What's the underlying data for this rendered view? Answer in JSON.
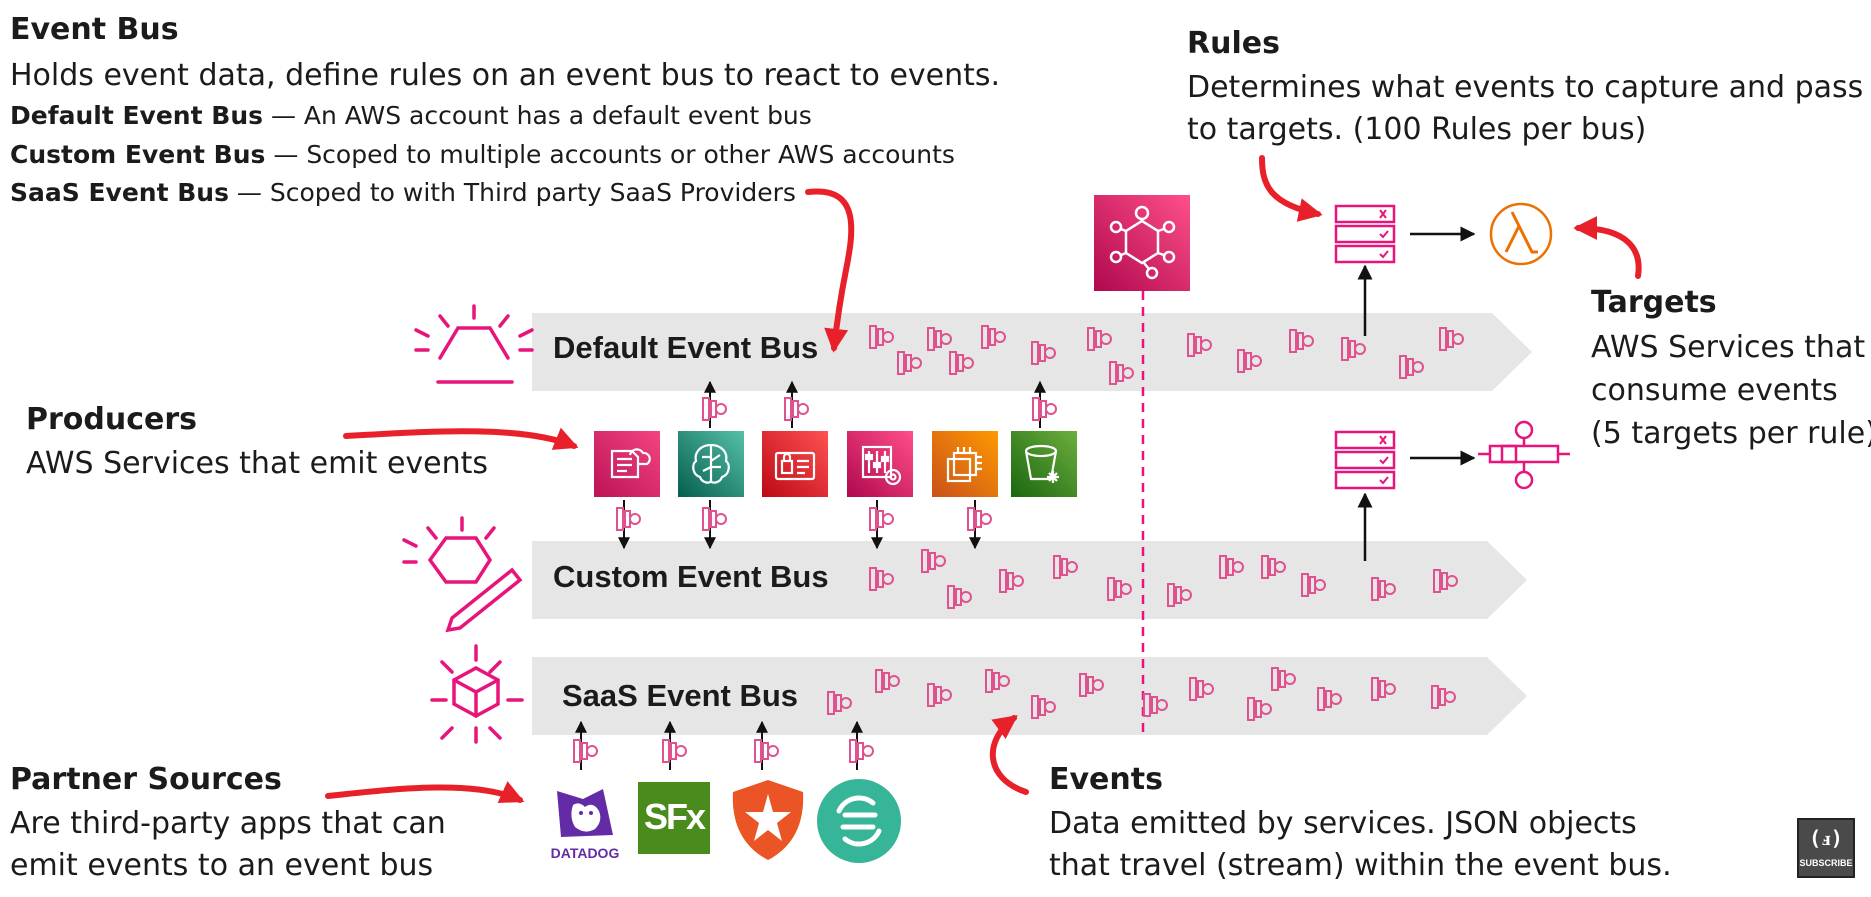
{
  "event_bus": {
    "title": "Event Bus",
    "description": "Holds event data, define rules on an event bus to react to events.",
    "items": [
      {
        "name": "Default Event Bus",
        "desc": " — An AWS account has a default event bus"
      },
      {
        "name": "Custom Event Bus",
        "desc": " — Scoped to multiple accounts or other AWS accounts"
      },
      {
        "name": "SaaS Event Bus",
        "desc": " — Scoped to with Third party SaaS Providers"
      }
    ]
  },
  "rules": {
    "title": "Rules",
    "description_lines": [
      "Determines what events to capture and pass",
      "to targets. (100 Rules per bus)"
    ]
  },
  "targets": {
    "title": "Targets",
    "description_lines": [
      "AWS Services that",
      "consume events",
      "(5 targets per rule)"
    ]
  },
  "producers": {
    "title": "Producers",
    "description": "AWS Services that emit events"
  },
  "partner_sources": {
    "title": "Partner Sources",
    "description_lines": [
      "Are third-party apps that can",
      "emit events to an event bus"
    ],
    "logos": {
      "datadog": "DATADOG",
      "signalfx": "SFx"
    }
  },
  "events": {
    "title": "Events",
    "description_lines": [
      "Data emitted by services. JSON objects",
      "that travel (stream) within the event bus."
    ]
  },
  "buses": {
    "default": "Default Event Bus",
    "custom": "Custom Event Bus",
    "saas": "SaaS Event Bus"
  },
  "subscribe_label": "SUBSCRIBE",
  "colors": {
    "pink": "#e7157b",
    "event_pink": "#e0528f",
    "red_arrow": "#e8202a",
    "lambda_orange": "#ed7100",
    "bus_gray": "#e6e6e6"
  },
  "icons": {
    "producers": [
      "cloudtrail-icon",
      "sagemaker-icon",
      "certificate-manager-icon",
      "systems-manager-icon",
      "ec2-icon",
      "s3-glacier-icon"
    ],
    "partners": [
      "datadog-icon",
      "signalfx-icon",
      "auth0-icon",
      "segment-icon"
    ]
  }
}
